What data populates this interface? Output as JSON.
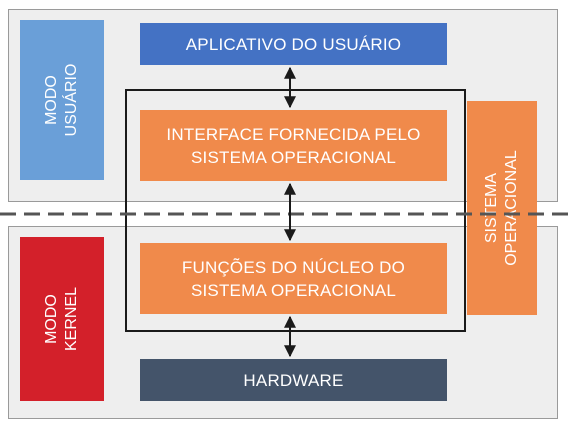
{
  "user_mode": {
    "label": "MODO USUÁRIO",
    "color": "#6a9fd8"
  },
  "kernel_mode": {
    "label": "MODO KERNEL",
    "color": "#d3202a"
  },
  "application": {
    "label": "APLICATIVO DO USUÁRIO",
    "color": "#4472c4"
  },
  "os_interface": {
    "label": "INTERFACE FORNECIDA PELO\nSISTEMA OPERACIONAL",
    "color": "#f08a4b"
  },
  "kernel_functions": {
    "label": "FUNÇÕES DO NÚCLEO DO\nSISTEMA OPERACIONAL",
    "color": "#f08a4b"
  },
  "hardware": {
    "label": "HARDWARE",
    "color": "#44546a"
  },
  "operating_system": {
    "label": "SISTEMA\nOPERACIONAL",
    "color": "#f08a4b"
  },
  "colors": {
    "panel_background": "#eeeeee",
    "divider": "#555555",
    "arrows": "#1a1a1a"
  }
}
